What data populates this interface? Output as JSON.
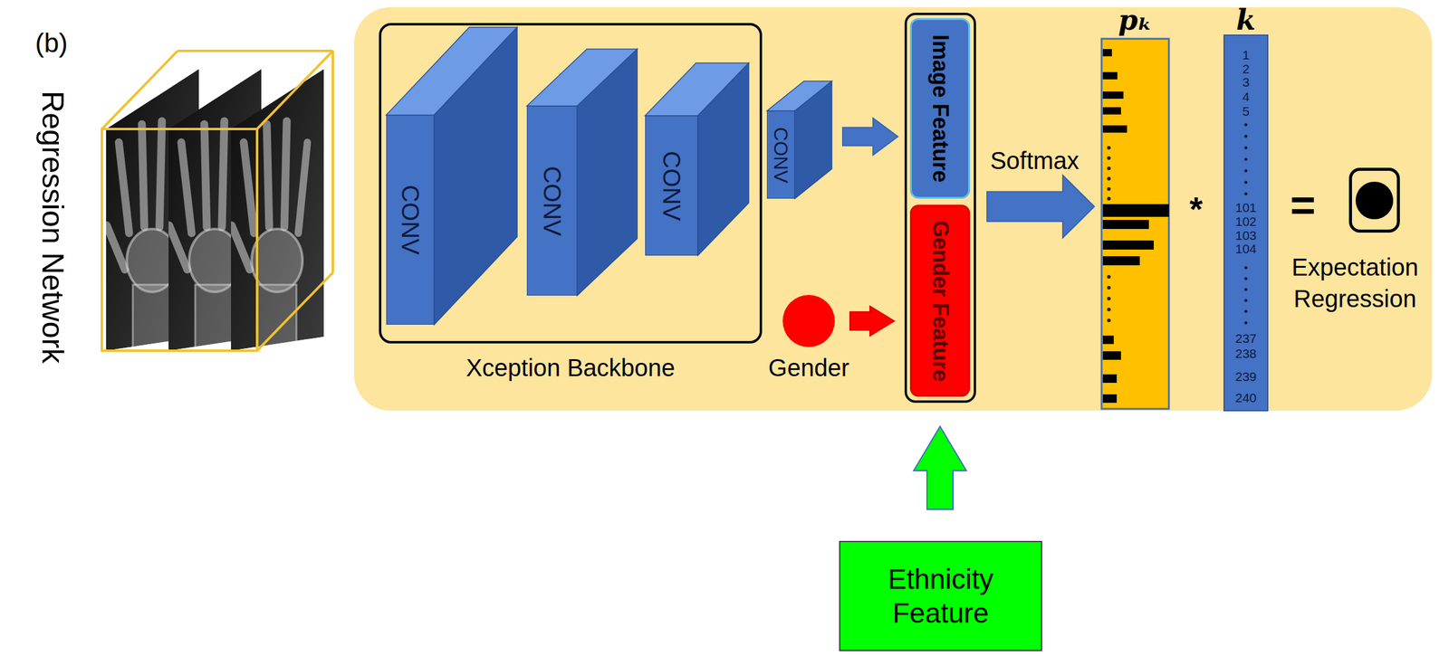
{
  "diagram": {
    "nodes": [
      {
        "text": [
          "Xception Backbone"
        ]
      },
      {
        "text": [
          "CONV"
        ],
        "in": 0
      },
      {
        "text": [
          "CONV"
        ],
        "in": 0
      },
      {
        "text": [
          "CONV"
        ],
        "in": 0
      },
      {
        "text": [
          "CONV"
        ]
      },
      {
        "text": [
          "Image Feature"
        ]
      },
      {
        "text": [
          "Gender"
        ]
      },
      {
        "text": [
          "Gender Feature"
        ]
      },
      {
        "text": [
          "pₖ"
        ]
      },
      {
        "text": [
          "k",
          "1",
          "2",
          "3",
          "4",
          "5",
          "101",
          "102",
          "103",
          "104",
          "237",
          "238",
          "239",
          "240"
        ]
      },
      {
        "text": [
          "Expectation Regression"
        ]
      },
      {
        "text": [
          "Ethnicity Feature"
        ]
      }
    ],
    "edges": [
      {
        "from": 4,
        "to": 5,
        "arrow": "to"
      },
      {
        "from": 6,
        "to": 7,
        "arrow": "to"
      },
      {
        "from": 5,
        "to": 8,
        "label": "Softmax",
        "arrow": "to"
      },
      {
        "from": 11,
        "to": 7,
        "arrow": "to"
      }
    ],
    "labels": [
      "(b)",
      "Regression Network",
      "*",
      "="
    ]
  }
}
